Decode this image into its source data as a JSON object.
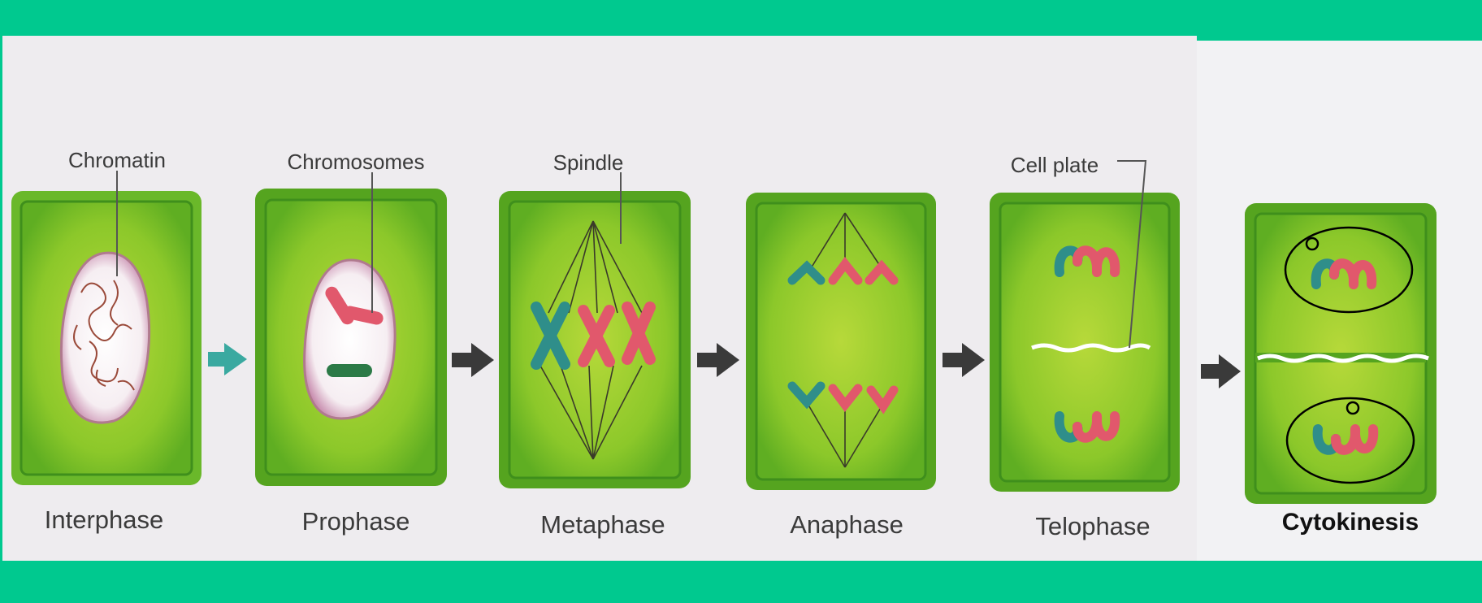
{
  "stages": [
    {
      "name": "Interphase",
      "callout": "Chromatin"
    },
    {
      "name": "Prophase",
      "callout": "Chromosomes"
    },
    {
      "name": "Metaphase",
      "callout": "Spindle"
    },
    {
      "name": "Anaphase",
      "callout": ""
    },
    {
      "name": "Telophase",
      "callout": "Cell plate"
    },
    {
      "name": "Cytokinesis",
      "callout": ""
    }
  ],
  "colors": {
    "band": "#00c98f",
    "background": "#eeecef",
    "cell_wall": "#3f9e1a",
    "cell_fill": "#8ccc2a",
    "chromosome_red": "#e1586c",
    "chromosome_teal": "#2f8e8a",
    "chromosome_green": "#2c7a47",
    "arrow": "#3a3a3a",
    "arrow_first": "#3aa9a0"
  }
}
